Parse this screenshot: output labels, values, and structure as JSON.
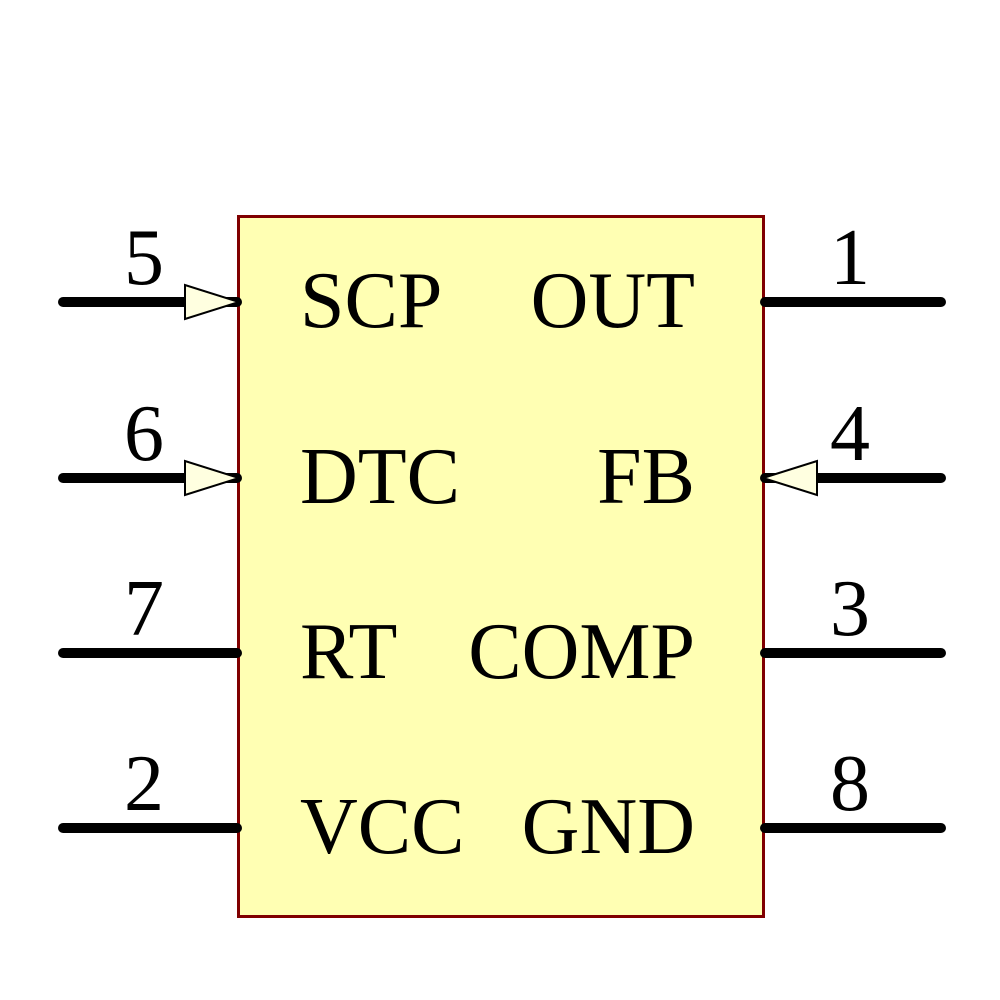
{
  "diagram": {
    "type": "ic-schematic-symbol",
    "colors": {
      "background": "#FFFFFF",
      "body_fill": "#FFFFB3",
      "body_border": "#800000",
      "arrow_fill": "#FFFFE0",
      "wire": "#000000",
      "text": "#000000"
    },
    "left_pins": [
      {
        "number": "5",
        "label": "SCP",
        "arrow": "input"
      },
      {
        "number": "6",
        "label": "DTC",
        "arrow": "input"
      },
      {
        "number": "7",
        "label": "RT",
        "arrow": "none"
      },
      {
        "number": "2",
        "label": "VCC",
        "arrow": "none"
      }
    ],
    "right_pins": [
      {
        "number": "1",
        "label": "OUT",
        "arrow": "none"
      },
      {
        "number": "4",
        "label": "FB",
        "arrow": "input"
      },
      {
        "number": "3",
        "label": "COMP",
        "arrow": "none"
      },
      {
        "number": "8",
        "label": "GND",
        "arrow": "none"
      }
    ]
  }
}
